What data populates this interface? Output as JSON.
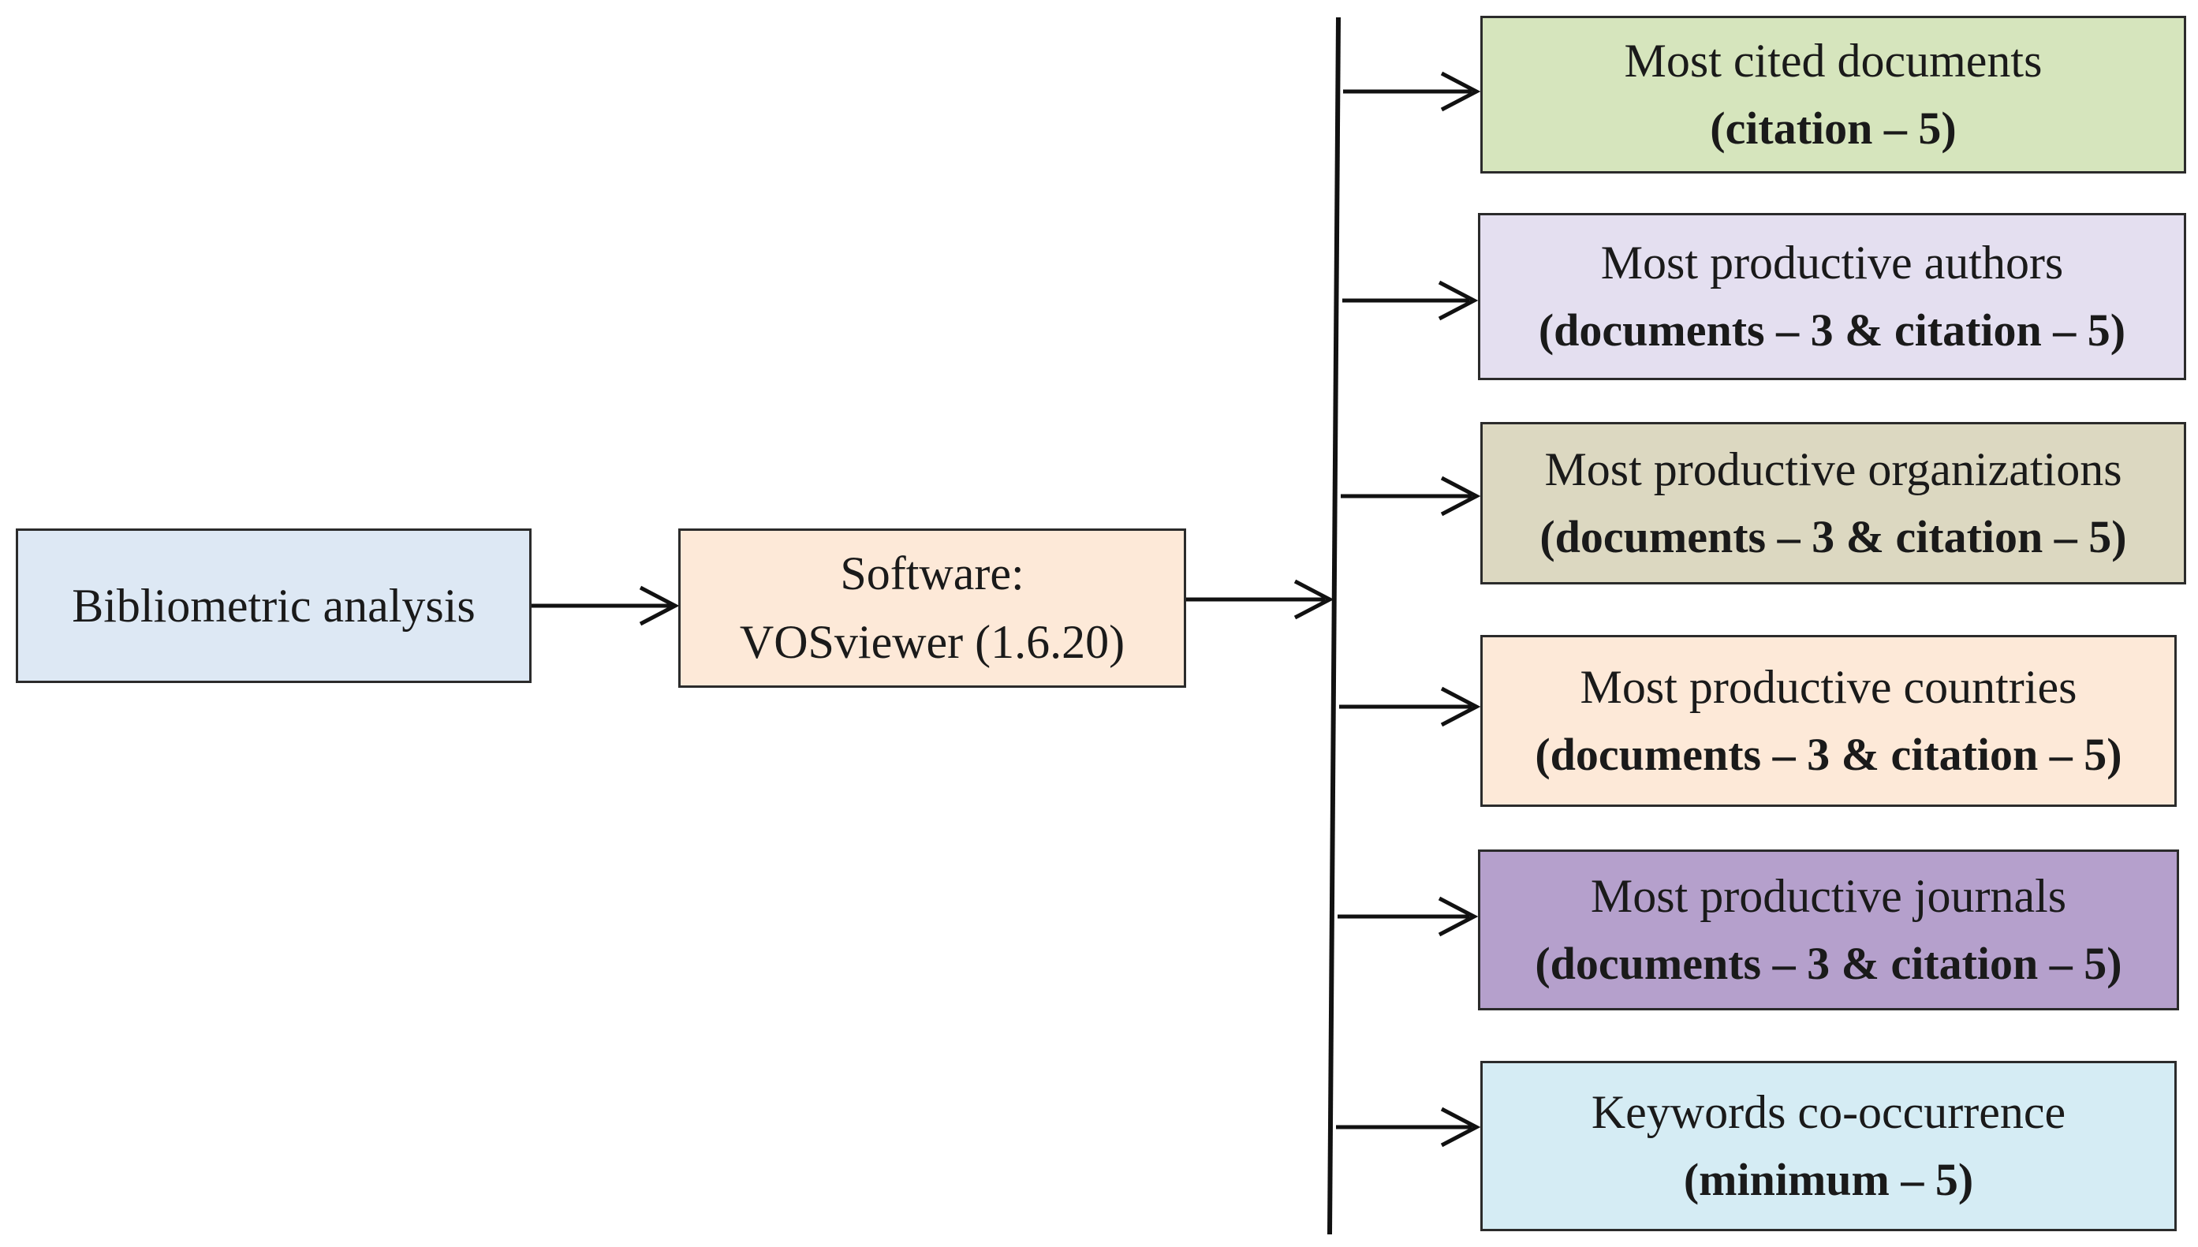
{
  "diagram": {
    "source": {
      "label": "Bibliometric analysis",
      "color": "#dde8f4"
    },
    "software": {
      "line1": "Software:",
      "line2": "VOSviewer (1.6.20)",
      "color": "#fde9d8"
    },
    "outputs": [
      {
        "title": "Most cited documents",
        "criteria": "(citation – 5)",
        "color": "#d6e5bd"
      },
      {
        "title": "Most productive authors",
        "criteria": "(documents – 3 & citation – 5)",
        "color": "#e4dff0"
      },
      {
        "title": "Most productive organizations",
        "criteria": "(documents – 3 & citation – 5)",
        "color": "#dcd8c1"
      },
      {
        "title": "Most productive countries",
        "criteria": "(documents – 3 & citation – 5)",
        "color": "#fde9d8"
      },
      {
        "title": "Most productive journals",
        "criteria": "(documents – 3 & citation – 5)",
        "color": "#b5a0cc"
      },
      {
        "title": "Keywords co-occurrence",
        "criteria": "(minimum – 5)",
        "color": "#d5ecf4"
      }
    ]
  }
}
